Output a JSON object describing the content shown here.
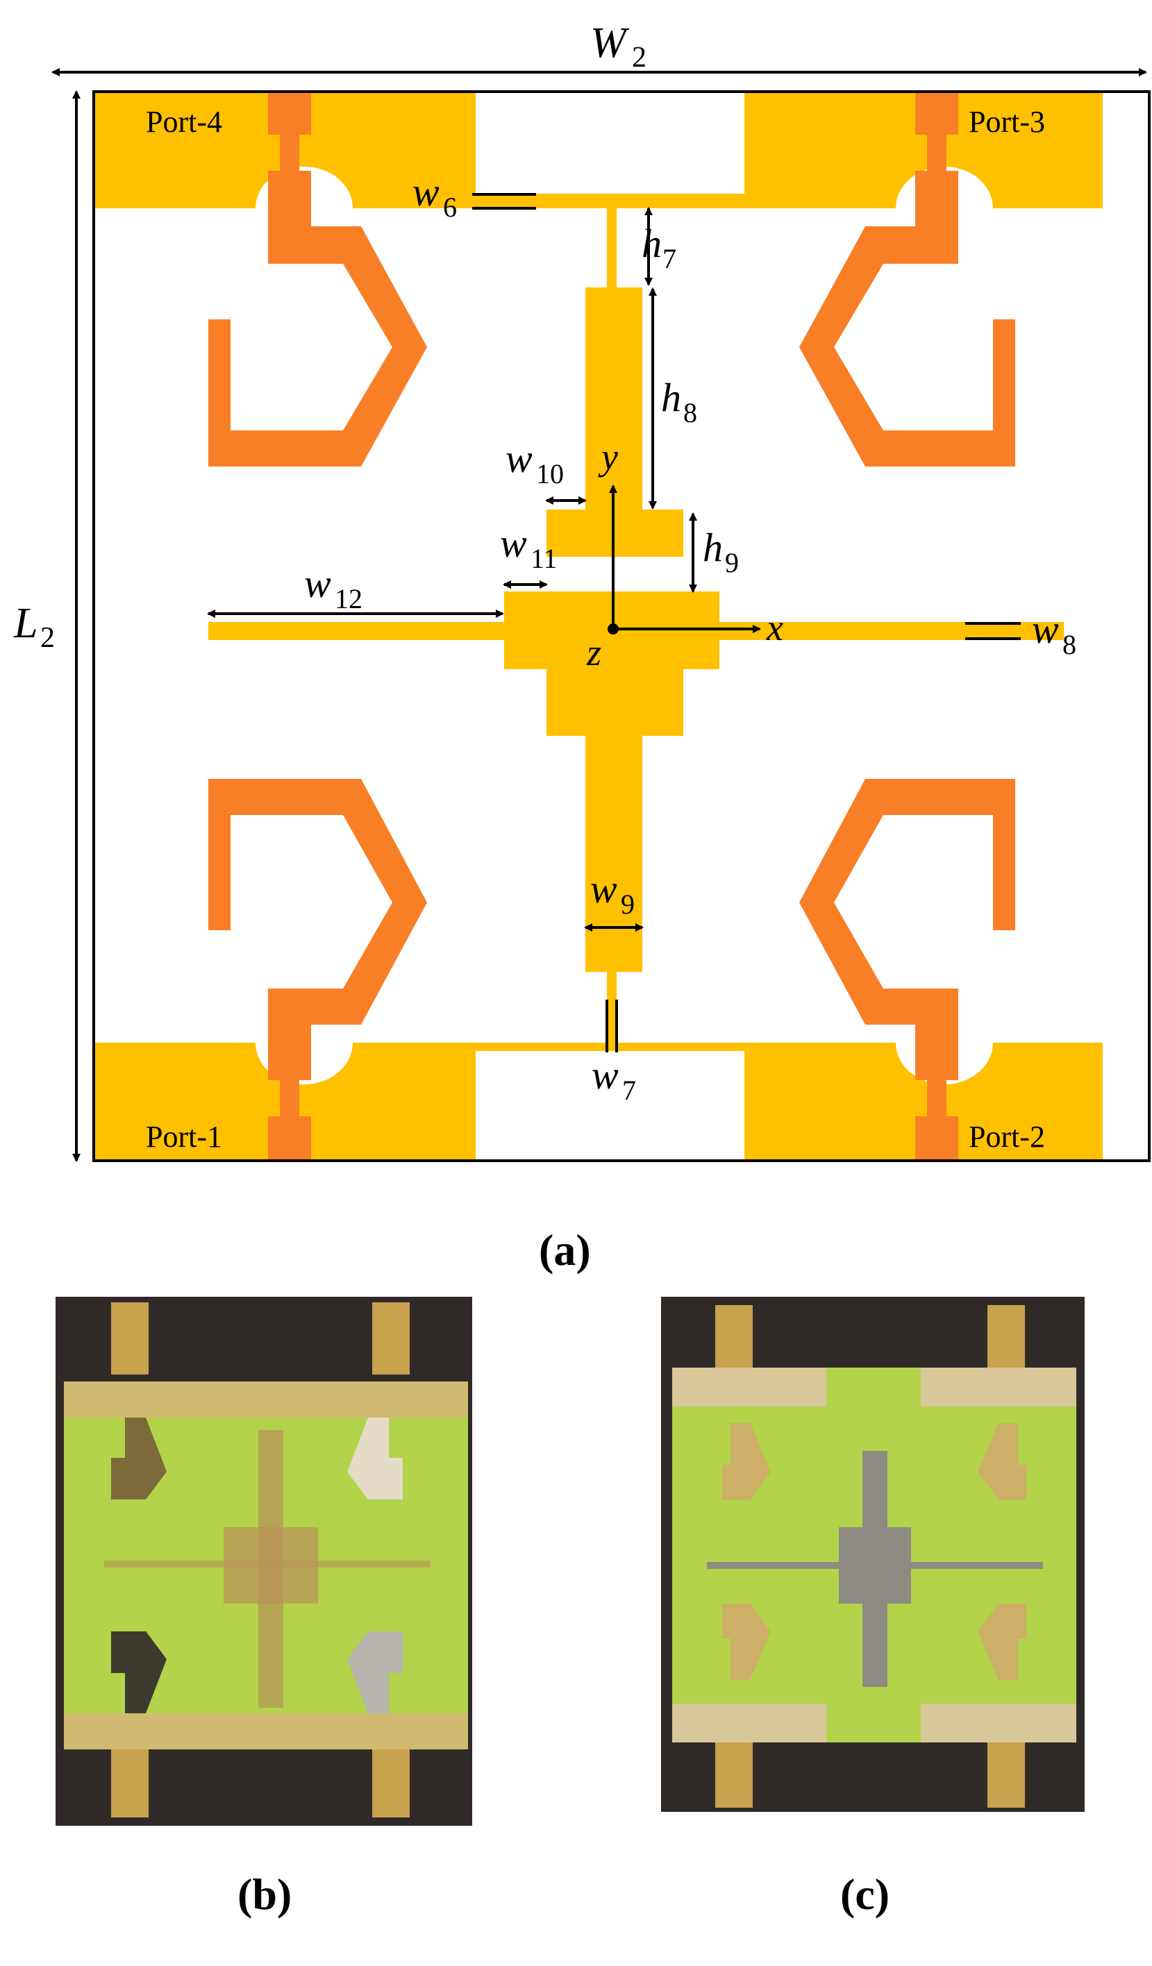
{
  "colors": {
    "ground_plane": "#FFC000",
    "radiator": "#F97F27",
    "substrate_bg": "#FFFFFF",
    "outline": "#000000",
    "fr4_green": "#B2D34A",
    "copper": "#C9A24E",
    "photo_backdrop": "#2F2A28"
  },
  "panel_a": {
    "caption": "(a)",
    "dims": {
      "W": "W",
      "W_sub": "2",
      "L": "L",
      "L_sub": "2",
      "w6": "w",
      "w6_sub": "6",
      "h7": "h",
      "h7_sub": "7",
      "h8": "h",
      "h8_sub": "8",
      "w10": "w",
      "w10_sub": "10",
      "w11": "w",
      "w11_sub": "11",
      "h9": "h",
      "h9_sub": "9",
      "w12": "w",
      "w12_sub": "12",
      "w8": "w",
      "w8_sub": "8",
      "w9": "w",
      "w9_sub": "9",
      "w7": "w",
      "w7_sub": "7"
    },
    "axes": {
      "x": "x",
      "y": "y",
      "z": "z"
    },
    "ports": {
      "p1": "Port-1",
      "p2": "Port-2",
      "p3": "Port-3",
      "p4": "Port-4"
    }
  },
  "panel_b": {
    "caption": "(b)",
    "icon": "antenna-top-view-photo"
  },
  "panel_c": {
    "caption": "(c)",
    "icon": "antenna-bottom-view-photo"
  }
}
